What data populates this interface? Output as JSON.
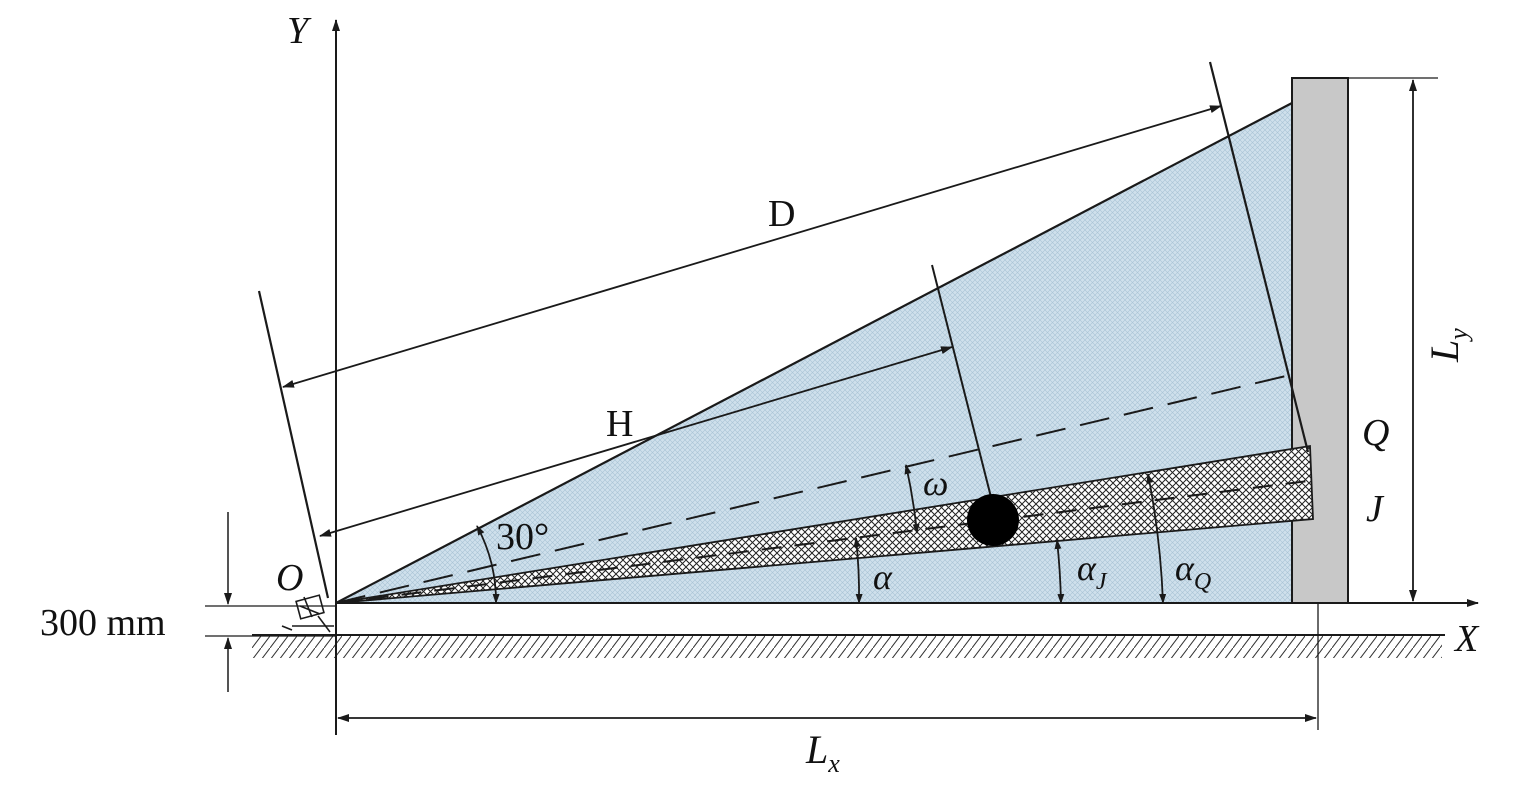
{
  "labels": {
    "axis_y": "Y",
    "axis_x": "X",
    "origin": "O",
    "distance_d": "D",
    "distance_h": "H",
    "angle_30": "30°",
    "omega": "ω",
    "alpha": "α",
    "alpha_j_base": "α",
    "alpha_j_sub": "J",
    "alpha_q_base": "α",
    "alpha_q_sub": "Q",
    "target_q": "Q",
    "target_j": "J",
    "height_300": "300 mm",
    "lx_base": "L",
    "lx_sub": "x",
    "ly_base": "L",
    "ly_sub": "y"
  },
  "colors": {
    "fov_fill": "#cfe0ec",
    "wall_fill": "#c8c8c8",
    "line": "#1a1a1a",
    "target_dot": "#000000"
  }
}
